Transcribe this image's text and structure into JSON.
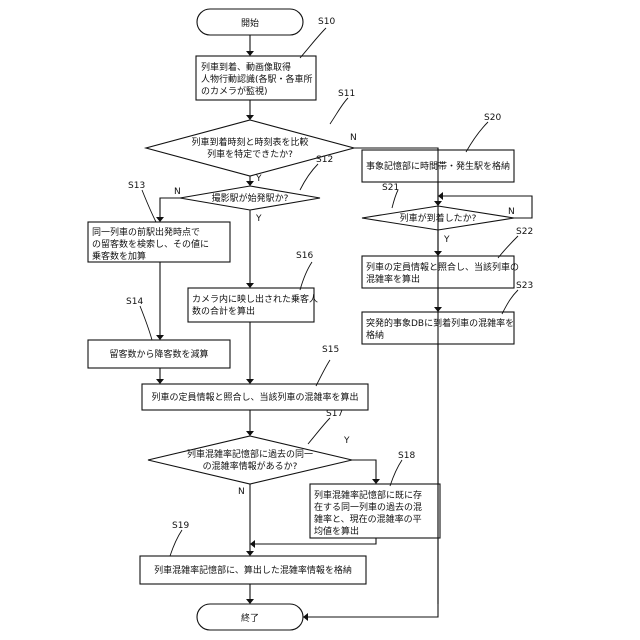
{
  "nodes": {
    "start": "開始",
    "s10": [
      "列車到着、動画像取得",
      "人物行動認識(各駅・各車所",
      "のカメラが監視)"
    ],
    "s11": [
      "列車到着時刻と時刻表を比較",
      "列車を特定できたか?"
    ],
    "s12": "撮影駅が始発駅か?",
    "s13": [
      "同一列車の前駅出発時点で",
      "の留客数を検索し、その値に",
      "乗客数を加算"
    ],
    "s14": "留客数から降客数を減算",
    "s16": [
      "カメラ内に映し出された乗客人",
      "数の合計を算出"
    ],
    "s15": "列車の定員情報と照合し、当該列車の混雑率を算出",
    "s17": [
      "列車混雑率記憶部に過去の同一",
      "の混雑率情報があるか?"
    ],
    "s18": [
      "列車混雑率記憶部に既に存",
      "在する同一列車の過去の混",
      "雑率と、現在の混雑率の平",
      "均値を算出"
    ],
    "s19": "列車混雑率記憶部に、算出した混雑率情報を格納",
    "end": "終了",
    "s20": "事象記憶部に時間帯・発生駅を格納",
    "s21": "列車が到着したか?",
    "s22": [
      "列車の定員情報と照合し、当該列車の",
      "混雑率を算出"
    ],
    "s23": [
      "突発的事象DBに到着列車の混雑率を",
      "格納"
    ]
  },
  "labels": {
    "s10": "S10",
    "s11": "S11",
    "s12": "S12",
    "s13": "S13",
    "s14": "S14",
    "s15": "S15",
    "s16": "S16",
    "s17": "S17",
    "s18": "S18",
    "s19": "S19",
    "s20": "S20",
    "s21": "S21",
    "s22": "S22",
    "s23": "S23"
  },
  "branches": {
    "yes": "Y",
    "no": "N"
  }
}
